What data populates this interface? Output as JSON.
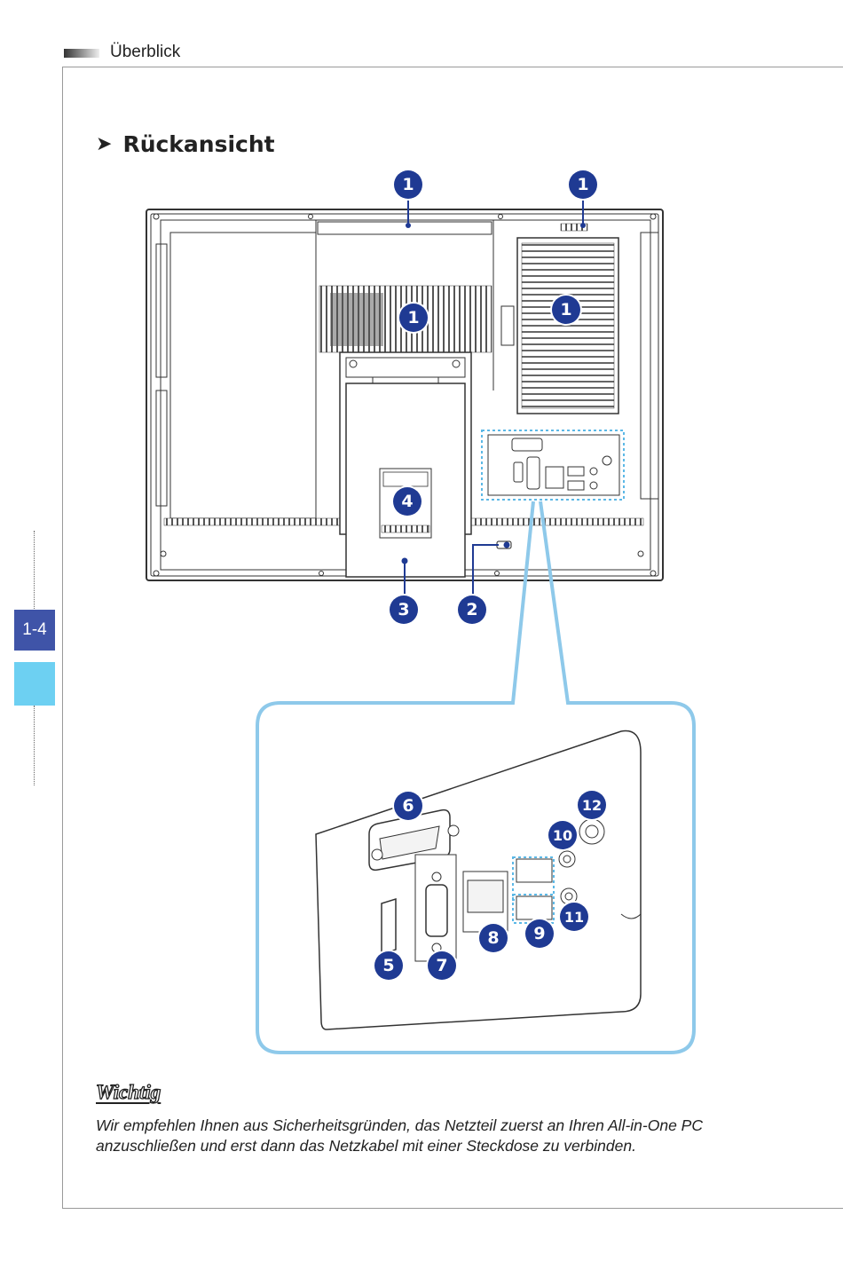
{
  "header": {
    "section": "Überblick"
  },
  "sidebar": {
    "page_number": "1-4"
  },
  "section": {
    "title": "Rückansicht"
  },
  "callouts_rear": [
    "1",
    "1",
    "1",
    "1",
    "4",
    "3",
    "2"
  ],
  "callouts_detail": [
    "6",
    "12",
    "10",
    "11",
    "9",
    "8",
    "7",
    "5"
  ],
  "note": {
    "title": "Wichtig",
    "text": "Wir empfehlen Ihnen aus Sicherheitsgründen, das Netzteil zuerst an Ihren All-in-One PC anzuschließen und erst dann das Netzkabel mit einer Steckdose zu verbinden."
  },
  "colors": {
    "callout": "#1f3a93",
    "highlight": "#8ec9ea",
    "tab": "#3f54a8",
    "tab2": "#6dd0f2"
  }
}
